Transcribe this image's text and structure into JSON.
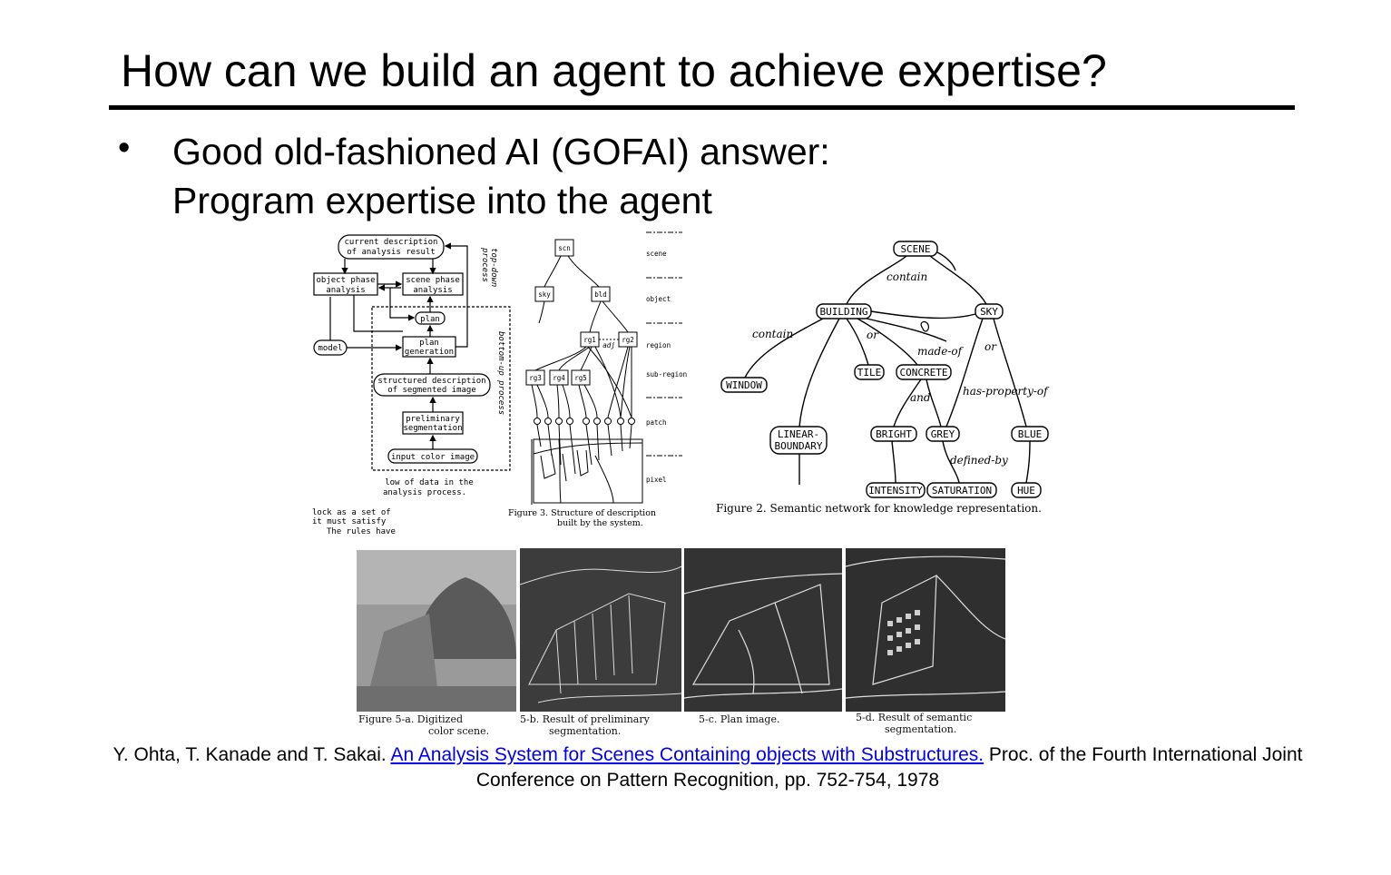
{
  "slide": {
    "title": "How can we build an agent to achieve expertise?",
    "bullet_line1": "Good old-fashioned AI (GOFAI) answer:",
    "bullet_line2": "Program expertise into the agent"
  },
  "fig1": {
    "current_desc_1": "current description",
    "current_desc_2": "of analysis result",
    "object_phase_1": "object phase",
    "object_phase_2": "analysis",
    "scene_phase_1": "scene phase",
    "scene_phase_2": "analysis",
    "plan": "plan",
    "plan_gen_1": "plan",
    "plan_gen_2": "generation",
    "model": "model",
    "structured_1": "structured description",
    "structured_2": "of segmented image",
    "prelim_1": "preliminary",
    "prelim_2": "segmentation",
    "input": "input color image",
    "top_down_1": "top-down",
    "top_down_2": "process",
    "bottom_up": "bottom-up process",
    "flow_1": "low of data in the",
    "flow_2": "analysis process.",
    "frag_1": "lock as a set of",
    "frag_2": "it must satisfy",
    "frag_3": "The rules have"
  },
  "fig3": {
    "scn": "scn",
    "sky": "sky",
    "bld": "bld",
    "rg1": "rg1",
    "rg2": "rg2",
    "adj": "adj",
    "rg3": "rg3",
    "rg4": "rg4",
    "rg5": "rg5",
    "lvl_scene": "scene",
    "lvl_object": "object",
    "lvl_region": "region",
    "lvl_subregion": "sub-region",
    "lvl_patch": "patch",
    "lvl_pixel": "pixel",
    "caption_1": "Figure 3. Structure of description",
    "caption_2": "built by the system."
  },
  "fig2": {
    "scene": "SCENE",
    "building": "BUILDING",
    "sky": "SKY",
    "window": "WINDOW",
    "tile": "TILE",
    "concrete": "CONCRETE",
    "linear_1": "LINEAR-",
    "linear_2": "BOUNDARY",
    "bright": "BRIGHT",
    "grey": "GREY",
    "blue": "BLUE",
    "intensity": "INTENSITY",
    "saturation": "SATURATION",
    "hue": "HUE",
    "contain_1": "contain",
    "contain_2": "contain",
    "or_1": "or",
    "or_2": "or",
    "made_of": "made-of",
    "and": "and",
    "has_property_of": "has-property-of",
    "defined_by": "defined-by",
    "caption": "Figure 2. Semantic network for knowledge representation."
  },
  "fig5": {
    "a_1": "Figure 5-a. Digitized",
    "a_2": "color scene.",
    "b_1": "5-b. Result of preliminary",
    "b_2": "segmentation.",
    "c_1": "5-c. Plan image.",
    "d_1": "5-d. Result of semantic",
    "d_2": "segmentation."
  },
  "citation": {
    "authors": "Y. Ohta, T. Kanade and T. Sakai. ",
    "link_text": "An Analysis System for Scenes Containing objects with Substructures.",
    "rest_1": " Proc. of the Fourth International Joint",
    "rest_2": "Conference on Pattern Recognition, pp. 752-754, 1978"
  }
}
